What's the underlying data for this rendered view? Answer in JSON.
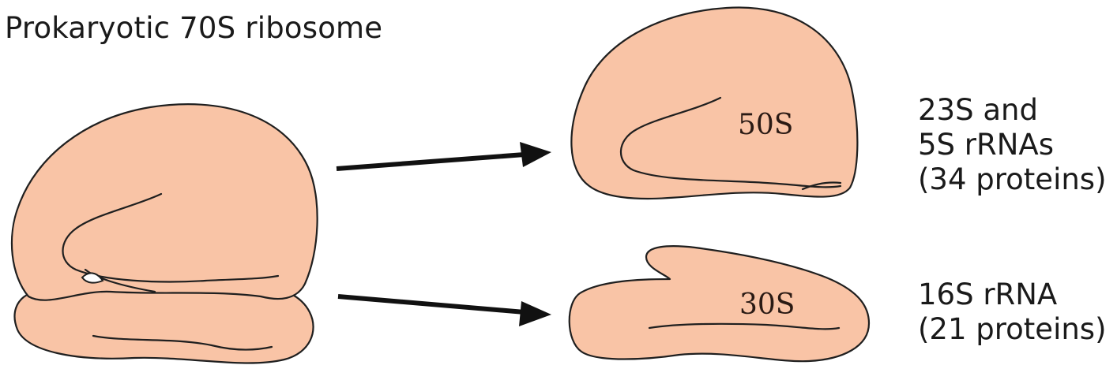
{
  "title": "Prokaryotic 70S ribosome",
  "colors": {
    "fill": "#f9c4a6",
    "stroke": "#1f1f1f",
    "arrow": "#111111",
    "text": "#1a1a1a"
  },
  "large_subunit": {
    "label": "50S",
    "description": [
      "23S and",
      "5S rRNAs",
      "(34 proteins)"
    ]
  },
  "small_subunit": {
    "label": "30S",
    "description": [
      "16S rRNA",
      "(21 proteins)"
    ]
  }
}
